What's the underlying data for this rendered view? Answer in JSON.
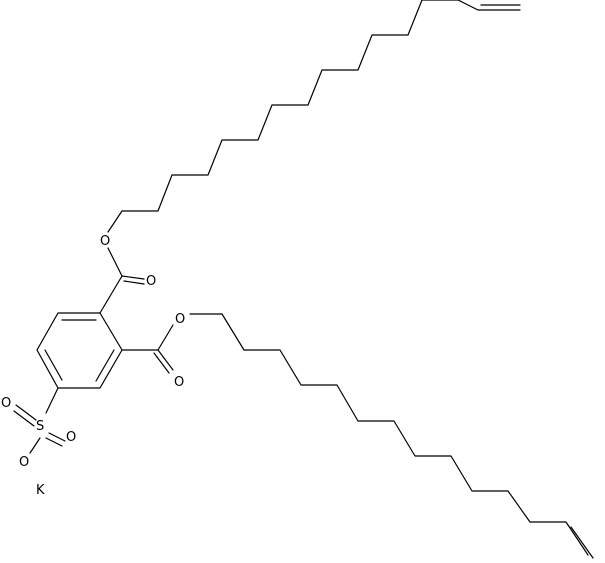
{
  "diagram": {
    "type": "skeletal-structure",
    "colors": {
      "bond": "#000000",
      "label": "#000000",
      "background": "#ffffff"
    },
    "atoms": {
      "o_ester1_single": "O",
      "o_ester1_double": "O",
      "o_ester2_single": "O",
      "o_ester2_double": "O",
      "s_sulfonate": "S",
      "o_sulfonate_1": "O",
      "o_sulfonate_2": "O",
      "o_sulfonate_3": "O",
      "k_counterion": "K"
    }
  }
}
